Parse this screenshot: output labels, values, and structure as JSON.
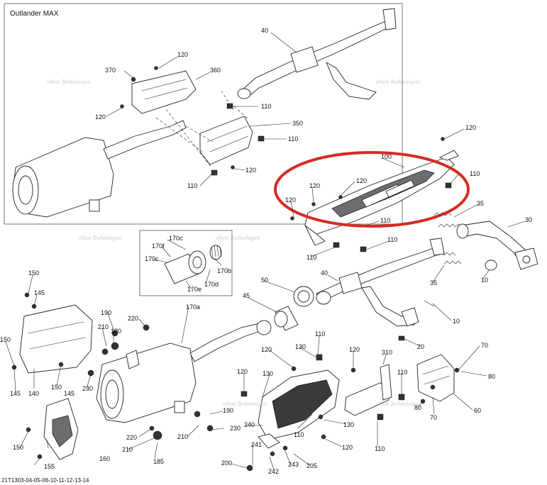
{
  "inset_title": "Outlander MAX",
  "document_code": "21T1303-04-05-06-10-11-12-13-14",
  "watermark_text": "vNext Technologies",
  "highlight_color": "#d62b25",
  "callouts": {
    "c1": "40",
    "c2": "120",
    "c3": "370",
    "c4": "360",
    "c5": "120",
    "c6": "110",
    "c7": "350",
    "c8": "110",
    "c9": "120",
    "c10": "110",
    "c11": "120",
    "c12": "100",
    "c13": "120",
    "c14": "110",
    "c15": "120",
    "c16": "120",
    "c17": "35",
    "c18": "110",
    "c19": "30",
    "c20": "110",
    "c21": "110",
    "c22": "10",
    "c23": "40",
    "c24": "35",
    "c25": "50",
    "c26": "45",
    "c27": "10",
    "c28": "20",
    "c29": "170c",
    "c30": "170f",
    "c31": "170c",
    "c32": "170b",
    "c33": "170d",
    "c34": "170e",
    "c35": "170a",
    "c36": "150",
    "c37": "145",
    "c38": "190",
    "c39": "220",
    "c40": "210",
    "c41": "180",
    "c42": "150",
    "c43": "145",
    "c44": "140",
    "c45": "150",
    "c46": "145",
    "c47": "230",
    "c48": "110",
    "c49": "120",
    "c50": "130",
    "c51": "120",
    "c52": "310",
    "c53": "70",
    "c54": "80",
    "c55": "120",
    "c56": "130",
    "c57": "110",
    "c58": "80",
    "c59": "70",
    "c60": "60",
    "c61": "190",
    "c62": "220",
    "c63": "230",
    "c64": "210",
    "c65": "210",
    "c66": "240",
    "c67": "110",
    "c68": "130",
    "c69": "120",
    "c70": "110",
    "c71": "150",
    "c72": "160",
    "c73": "185",
    "c74": "241",
    "c75": "243",
    "c76": "205",
    "c77": "200",
    "c78": "242",
    "c79": "155"
  }
}
